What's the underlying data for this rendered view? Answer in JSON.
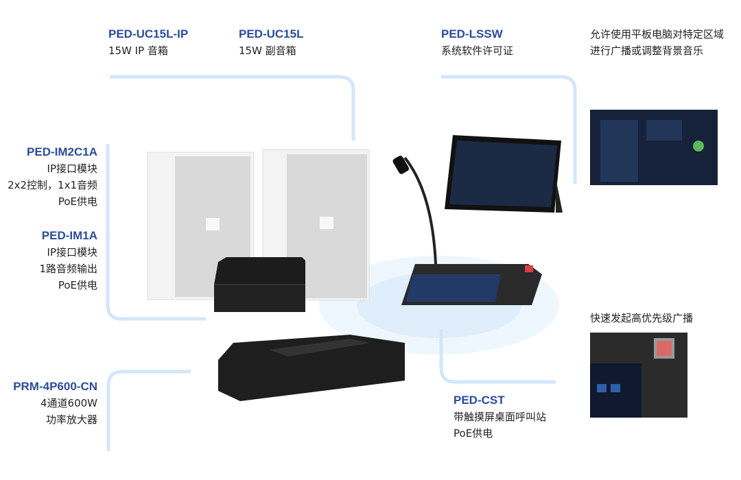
{
  "labels": {
    "uc15l_ip": {
      "model": "PED-UC15L-IP",
      "desc": [
        "15W IP 音箱"
      ]
    },
    "uc15l": {
      "model": "PED-UC15L",
      "desc": [
        "15W 副音箱"
      ]
    },
    "lssw": {
      "model": "PED-LSSW",
      "desc": [
        "系统软件许可证"
      ]
    },
    "im2c1a": {
      "model": "PED-IM2C1A",
      "desc": [
        "IP接口模块",
        "2x2控制，1x1音频",
        "PoE供电"
      ]
    },
    "im1a": {
      "model": "PED-IM1A",
      "desc": [
        "IP接口模块",
        "1路音频输出",
        "PoE供电"
      ]
    },
    "prm": {
      "model": "PRM-4P600-CN",
      "desc": [
        "4通道600W",
        "功率放大器"
      ]
    },
    "cst": {
      "model": "PED-CST",
      "desc": [
        "带触摸屏桌面呼叫站",
        "PoE供电"
      ]
    }
  },
  "callouts": {
    "tablet": [
      "允许使用平板电脑对特定区域",
      "进行广播或调整背景音乐"
    ],
    "priority": [
      "快速发起高优先级广播"
    ]
  },
  "colors": {
    "model": "#2b4c9b",
    "line": "#d3e6fb",
    "glow": "#dcecfc"
  }
}
